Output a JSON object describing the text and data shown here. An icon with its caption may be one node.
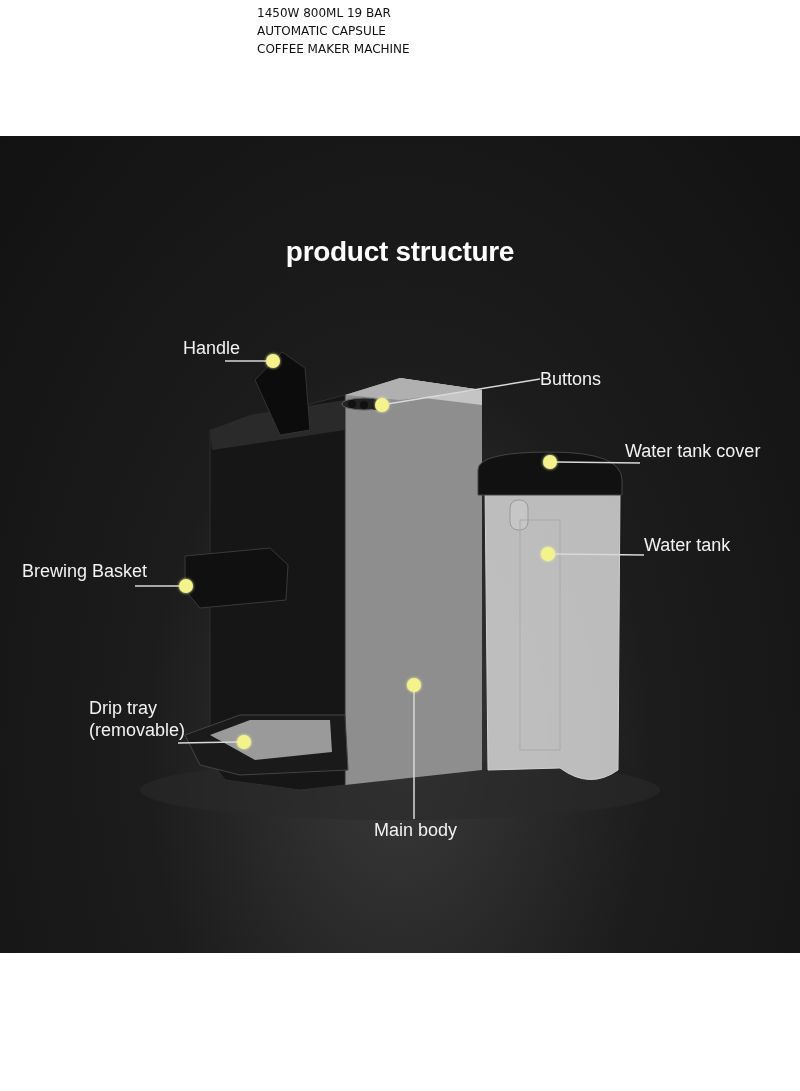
{
  "diagram": {
    "title": "product structure",
    "nodes": [
      {
        "text": [
          "Handle"
        ]
      },
      {
        "text": [
          "Buttons"
        ]
      },
      {
        "text": [
          "Water tank cover"
        ]
      },
      {
        "text": [
          "Water tank"
        ]
      },
      {
        "text": [
          "Brewing Basket"
        ]
      },
      {
        "text": [
          "Drip tray (removable)"
        ]
      },
      {
        "text": [
          "Main body"
        ]
      },
      {
        "text": [],
        "shape": "circle"
      },
      {
        "text": [],
        "shape": "circle"
      },
      {
        "text": [],
        "shape": "circle"
      },
      {
        "text": [],
        "shape": "circle"
      },
      {
        "text": [],
        "shape": "circle"
      },
      {
        "text": [],
        "shape": "circle"
      },
      {
        "text": [],
        "shape": "circle"
      }
    ],
    "edges": [
      {
        "from": 0,
        "to": 7,
        "arrow": "none"
      },
      {
        "from": 1,
        "to": 8,
        "arrow": "none"
      },
      {
        "from": 2,
        "to": 9,
        "arrow": "none"
      },
      {
        "from": 3,
        "to": 10,
        "arrow": "none"
      },
      {
        "from": 4,
        "to": 11,
        "arrow": "none"
      },
      {
        "from": 5,
        "to": 12,
        "arrow": "none"
      },
      {
        "from": 6,
        "to": 13,
        "arrow": "none"
      }
    ],
    "labels": [
      "1450W 800ML 19 BAR AUTOMATIC CAPSULE COFFEE MAKER MACHINE"
    ]
  }
}
